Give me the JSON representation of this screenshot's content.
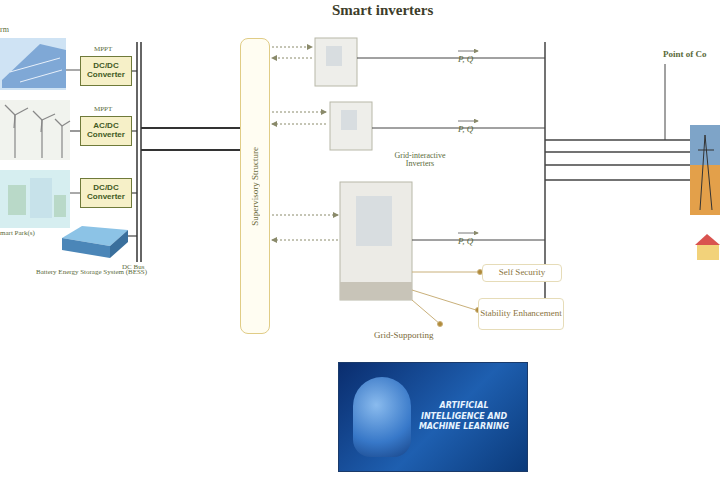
{
  "diagram": {
    "title": "Smart inverters",
    "nodes": [
      {
        "text": [
          "DC/DC Converter"
        ]
      },
      {
        "text": [
          "AC/DC Converter"
        ]
      },
      {
        "text": [
          "DC/DC Converter"
        ]
      },
      {
        "text": [
          "Supervisory Structure"
        ]
      },
      {
        "text": [
          "Self Security"
        ]
      },
      {
        "text": [
          "Stability Enhancement"
        ]
      },
      {
        "text": [
          "ARTIFICIAL INTELLIGENCE AND MACHINE LEARNING"
        ]
      }
    ],
    "labels": [
      "rm",
      "MPPT",
      "MPPT",
      "mart Park(s)",
      "DC Bus",
      "Battery Energy Storage System (BESS)",
      "P, Q",
      "P, Q",
      "P, Q",
      "Grid-interactive Inverters",
      "Grid-Supporting",
      "Point of Co"
    ]
  }
}
